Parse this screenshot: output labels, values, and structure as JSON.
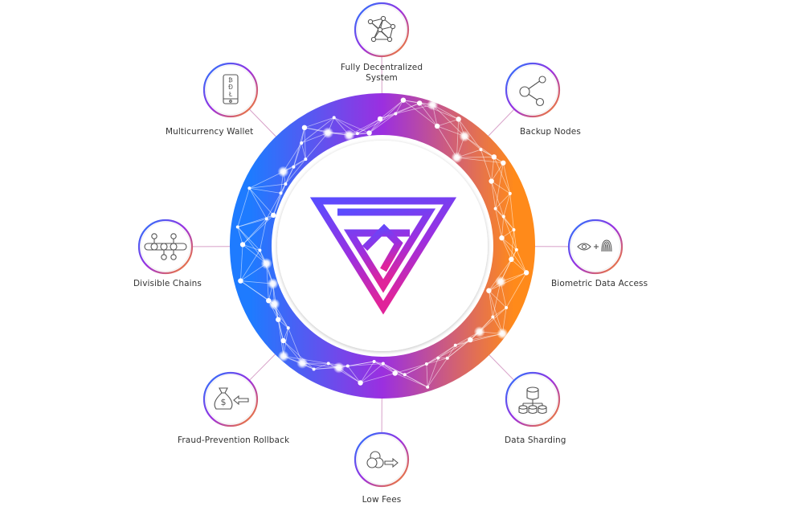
{
  "colors": {
    "ring_left": "#1e7bff",
    "ring_mid": "#9b2fe0",
    "ring_right": "#ff8a1a",
    "logo_top": "#5a4cff",
    "logo_bottom": "#e0249a",
    "connector": "#d7a0c8",
    "icon_stroke": "#555555",
    "label_text": "#333333"
  },
  "features": [
    {
      "id": "fully-decentralized",
      "line1": "Fully Decentralized",
      "line2": "System",
      "icon": "network-icon"
    },
    {
      "id": "backup-nodes",
      "line1": "Backup Nodes",
      "line2": "",
      "icon": "nodes-icon"
    },
    {
      "id": "biometric-data-access",
      "line1": "Biometric Data Access",
      "line2": "",
      "icon": "eye-fingerprint-icon"
    },
    {
      "id": "data-sharding",
      "line1": "Data Sharding",
      "line2": "",
      "icon": "database-shards-icon"
    },
    {
      "id": "low-fees",
      "line1": "Low Fees",
      "line2": "",
      "icon": "coins-arrow-icon"
    },
    {
      "id": "fraud-prevention-rollback",
      "line1": "Fraud-Prevention Rollback",
      "line2": "",
      "icon": "money-bag-icon"
    },
    {
      "id": "divisible-chains",
      "line1": "Divisible Chains",
      "line2": "",
      "icon": "chain-split-icon"
    },
    {
      "id": "multicurrency-wallet",
      "line1": "Multicurrency Wallet",
      "line2": "",
      "icon": "phone-currency-icon"
    }
  ],
  "wallet_symbols": [
    "₿",
    "Ð",
    "Ł"
  ],
  "fee_symbol": "$"
}
